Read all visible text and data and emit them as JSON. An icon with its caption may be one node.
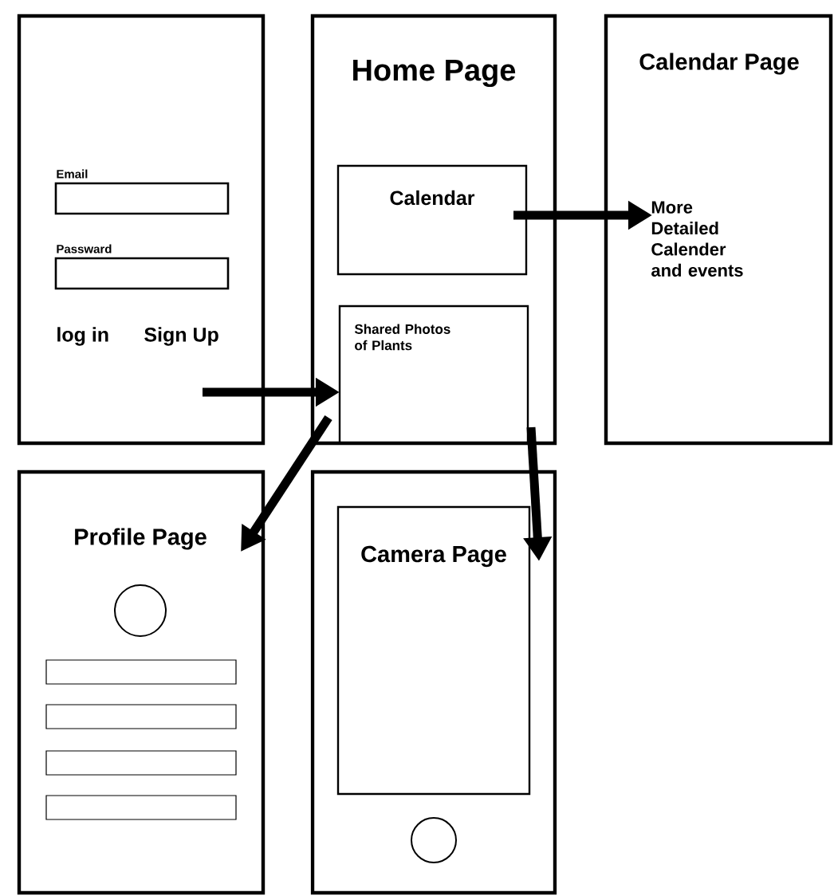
{
  "diagram": {
    "nodes": [
      {
        "text": [
          "log in",
          "Sign Up"
        ]
      },
      {
        "text": [
          "Email"
        ],
        "in": 0
      },
      {
        "text": [
          "Passward"
        ],
        "in": 0
      },
      {
        "text": [
          "Home Page"
        ]
      },
      {
        "text": [
          "Calendar"
        ],
        "in": 3
      },
      {
        "text": [
          "Shared Photos of Plants"
        ],
        "in": 3
      },
      {
        "text": [
          "Calendar Page",
          "More Detailed Calender and events"
        ]
      },
      {
        "text": [
          "Profile Page"
        ]
      },
      {
        "text": [],
        "shape": "circle",
        "in": 7
      },
      {
        "text": [],
        "shape": "box",
        "in": 7
      },
      {
        "text": [],
        "shape": "box",
        "in": 7
      },
      {
        "text": [],
        "shape": "box",
        "in": 7
      },
      {
        "text": [],
        "shape": "box",
        "in": 7
      },
      {
        "text": [],
        "shape": "box"
      },
      {
        "text": [
          "Camera Page"
        ],
        "in": 13
      },
      {
        "text": [],
        "shape": "circle",
        "in": 13
      }
    ],
    "edges": [
      {
        "from": 0,
        "to": 3,
        "arrow": "to"
      },
      {
        "from": 4,
        "to": 6,
        "arrow": "to"
      },
      {
        "from": 3,
        "to": 7,
        "arrow": "to"
      },
      {
        "from": 3,
        "to": 13,
        "arrow": "to"
      }
    ]
  }
}
